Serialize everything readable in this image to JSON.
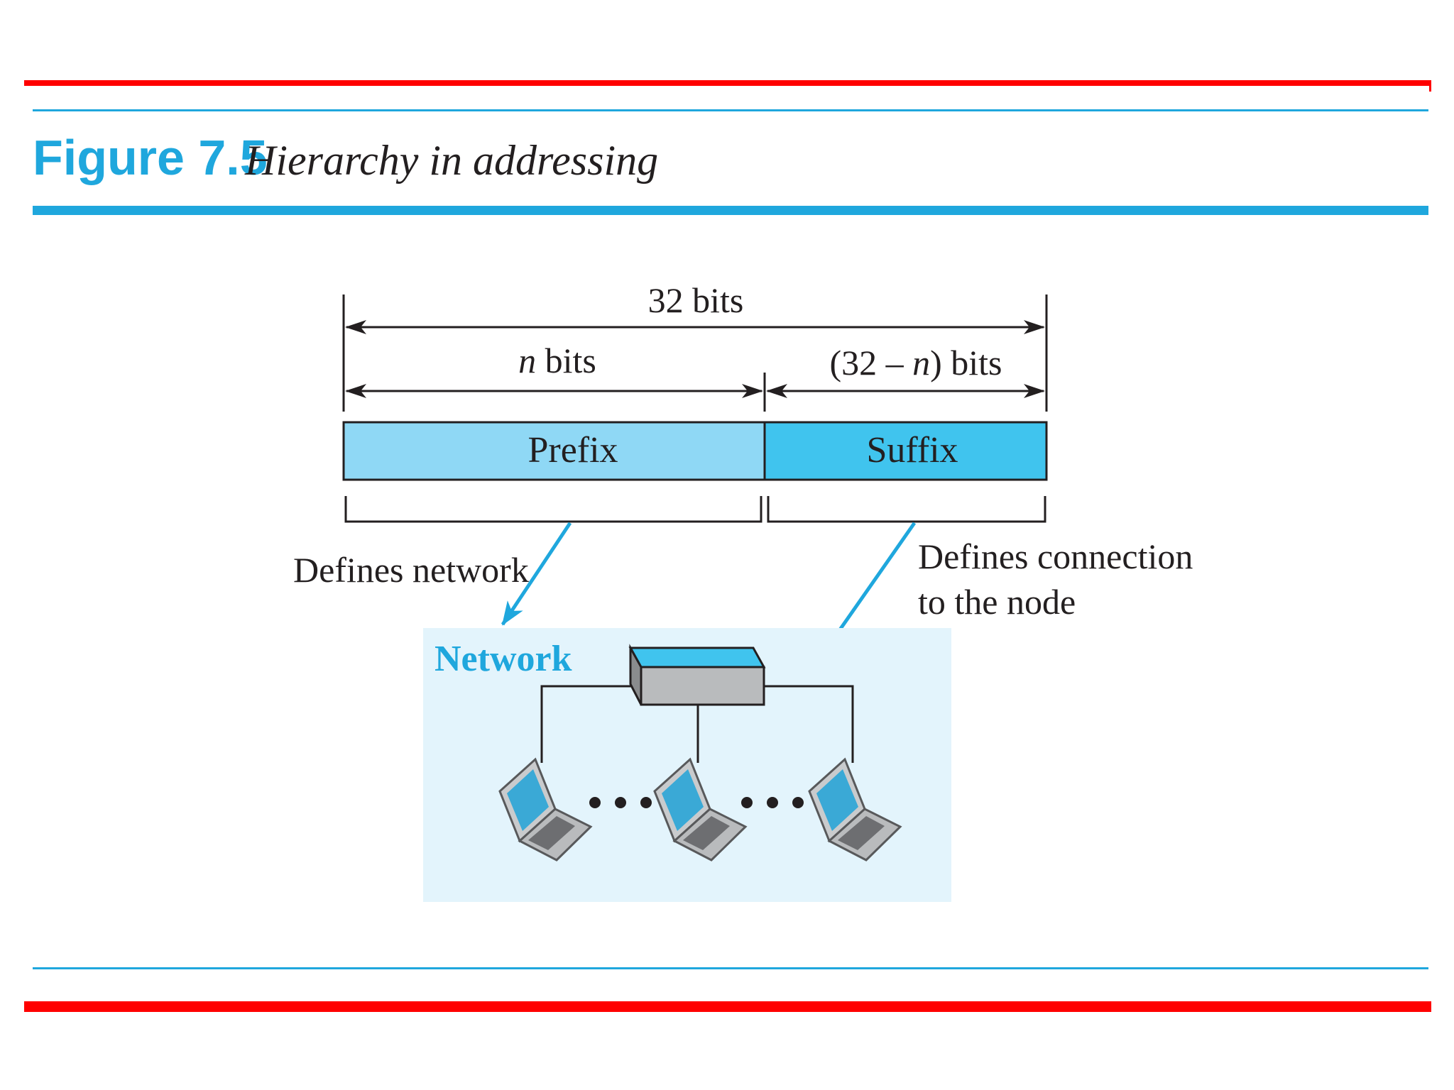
{
  "figure": {
    "number": "Figure 7.5",
    "caption": "Hierarchy in addressing"
  },
  "address": {
    "total_label": "32 bits",
    "prefix_width_label_var": "n",
    "prefix_width_label_rest": " bits",
    "suffix_width_label_pre": "(32 – ",
    "suffix_width_label_var": "n",
    "suffix_width_label_post": ") bits",
    "prefix_label": "Prefix",
    "suffix_label": "Suffix"
  },
  "annotations": {
    "prefix_meaning": "Defines network",
    "suffix_meaning_line1": "Defines connection",
    "suffix_meaning_line2": "to the node"
  },
  "network": {
    "label": "Network"
  },
  "colors": {
    "accent_red": "#ff0000",
    "accent_blue": "#1fa7dd",
    "prefix_fill": "#8fd8f5",
    "suffix_fill": "#40c4ee",
    "network_bg": "#e3f4fc"
  }
}
